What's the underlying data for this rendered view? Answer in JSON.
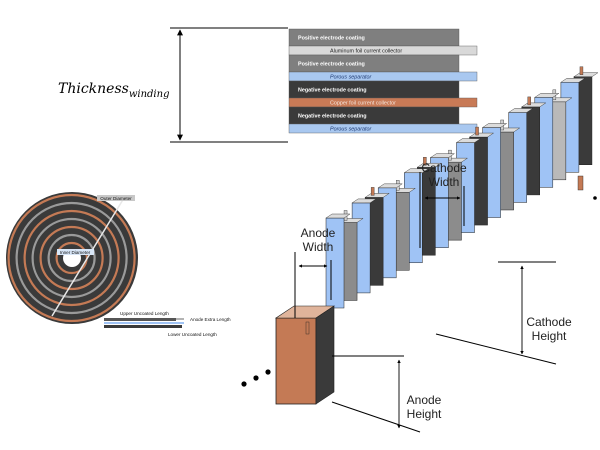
{
  "thickness": {
    "label_main": "Thickness",
    "label_sub": "winding"
  },
  "layers": [
    {
      "label": "Positive electrode coating",
      "color": "#7f7f7f",
      "text_color": "#ffffff",
      "kind": "coating"
    },
    {
      "label": "Aluminum foil current collector",
      "color": "#d9d9d9",
      "text_color": "#222222",
      "kind": "foil"
    },
    {
      "label": "Positive electrode coating",
      "color": "#7f7f7f",
      "text_color": "#ffffff",
      "kind": "coating"
    },
    {
      "label": "Porous separator",
      "color": "#a9c8f0",
      "text_color": "#1f3b73",
      "kind": "separator"
    },
    {
      "label": "Negative electrode coating",
      "color": "#3a3a3a",
      "text_color": "#ffffff",
      "kind": "coating"
    },
    {
      "label": "Copper foil current collector",
      "color": "#c87a56",
      "text_color": "#f3e3da",
      "kind": "foil"
    },
    {
      "label": "Negative electrode coating",
      "color": "#3a3a3a",
      "text_color": "#ffffff",
      "kind": "coating"
    },
    {
      "label": "Porous separator",
      "color": "#a9c8f0",
      "text_color": "#1f3b73",
      "kind": "separator"
    }
  ],
  "spiral": {
    "outer_diameter": "Outer Diameter",
    "inner_diameter": "Inner Diameter",
    "upper_uncoated": "Upper Uncoated Length",
    "anode_extra": "Anode Extra Length",
    "lower_uncoated": "Lower Uncoated Length"
  },
  "stack": {
    "cathode_width": [
      "Cathode",
      "Width"
    ],
    "anode_width": [
      "Anode",
      "Width"
    ],
    "cathode_height": [
      "Cathode",
      "Height"
    ],
    "anode_height": [
      "Anode",
      "Height"
    ],
    "colors": {
      "copper": "#c47a55",
      "anode": "#3a3a3a",
      "separator": "#9fc3f5",
      "cathode": "#8c8c8c",
      "cathode_light": "#b9b9b9"
    }
  }
}
